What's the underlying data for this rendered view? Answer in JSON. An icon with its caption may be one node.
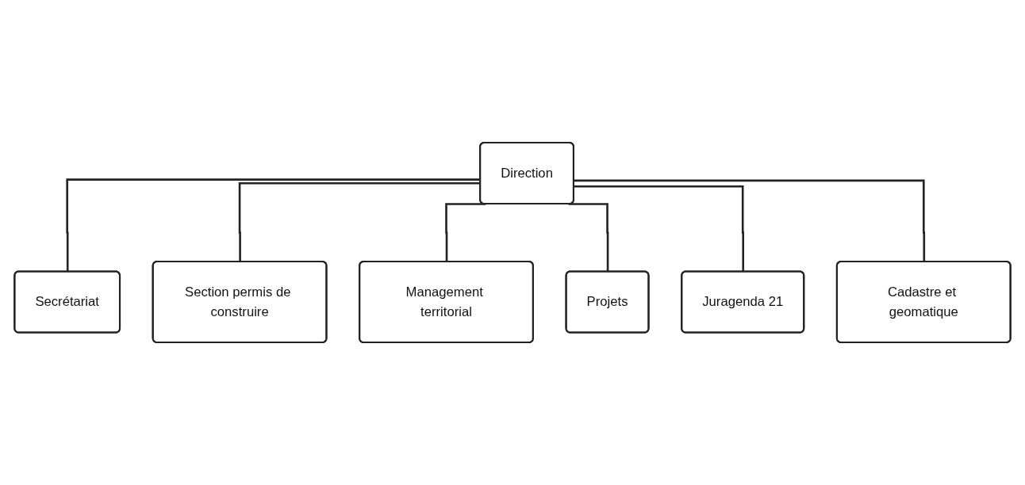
{
  "diagram": {
    "nodes": [
      {
        "text": [
          "Direction"
        ]
      },
      {
        "text": [
          "Secrétariat"
        ]
      },
      {
        "text": [
          "Section permis de construire"
        ]
      },
      {
        "text": [
          "Management territorial"
        ]
      },
      {
        "text": [
          "Projets"
        ]
      },
      {
        "text": [
          "Juragenda 21"
        ]
      },
      {
        "text": [
          "Cadastre et geomatique"
        ]
      }
    ],
    "edges": [
      {
        "from": 0,
        "to": 1,
        "arrow": "none"
      },
      {
        "from": 0,
        "to": 2,
        "arrow": "none"
      },
      {
        "from": 0,
        "to": 3,
        "arrow": "none"
      },
      {
        "from": 0,
        "to": 4,
        "arrow": "none"
      },
      {
        "from": 0,
        "to": 5,
        "arrow": "none"
      },
      {
        "from": 0,
        "to": 6,
        "arrow": "none"
      }
    ]
  }
}
